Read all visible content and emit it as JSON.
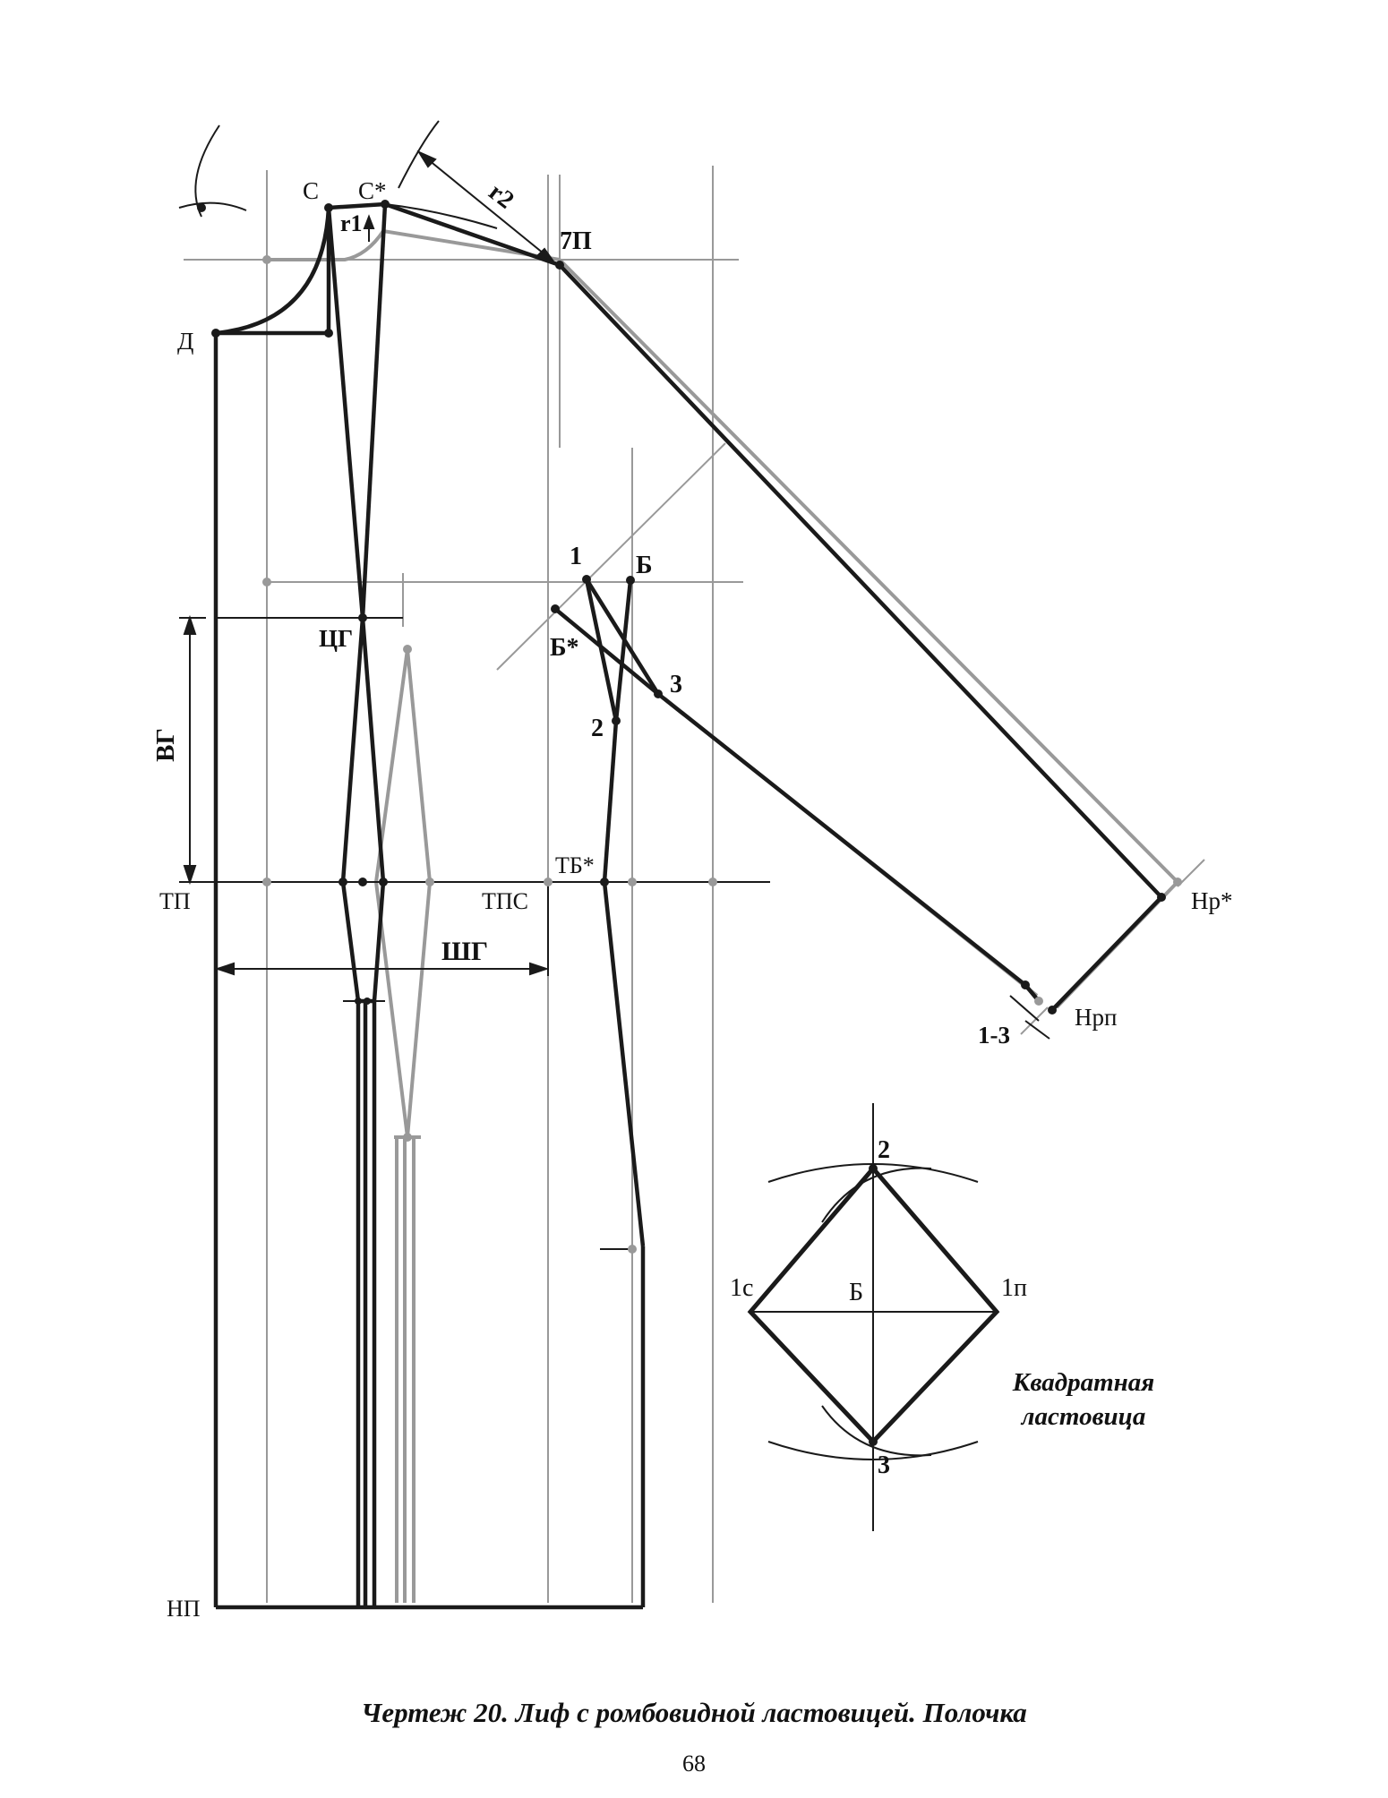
{
  "figure": {
    "caption": "Чертеж 20. Лиф с ромбовидной ластовицей. Полочка",
    "page_number": "68"
  },
  "colors": {
    "main_line": "#1a1a1a",
    "aux_line": "#999999"
  },
  "points": {
    "C": "С",
    "C_star": "С*",
    "r1": "r1",
    "r2": "r2",
    "P7": "7П",
    "D": "Д",
    "TsG": "ЦГ",
    "VG": "ВГ",
    "TP": "ТП",
    "TPS": "ТПС",
    "TB_star": "ТБ*",
    "ShG": "ШГ",
    "NP": "НП",
    "p1": "1",
    "B": "Б",
    "B_star": "Б*",
    "p2": "2",
    "p3": "3",
    "Nr_star": "Нр*",
    "Nrp": "Нрп",
    "d13": "1-3"
  },
  "inset": {
    "title_line1": "Квадратная",
    "title_line2": "ластовица",
    "top": "2",
    "left": "1с",
    "center": "Б",
    "right": "1п",
    "bottom": "3"
  }
}
